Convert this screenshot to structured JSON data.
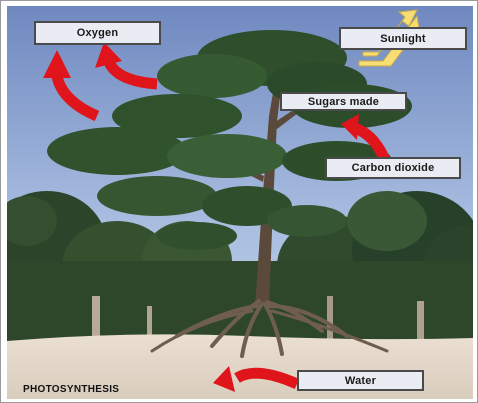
{
  "labels": {
    "oxygen": "Oxygen",
    "sunlight": "Sunlight",
    "sugars_made": "Sugars made",
    "carbon_dioxide": "Carbon dioxide",
    "water": "Water"
  },
  "caption": "PHOTOSYNTHESIS",
  "colors": {
    "sky_top": "#7f97c9",
    "sky_bottom": "#b9cbe6",
    "foliage": "#2f4e2c",
    "sand": "#e6ddd1",
    "arrow_red": "#e0141b",
    "sun_arrow": "#f7de74",
    "label_bg": "#e9ecf2"
  },
  "icons": {
    "sun_arrow": "sunlight-arrow-icon",
    "process_arrow": "curved-red-arrow-icon"
  }
}
